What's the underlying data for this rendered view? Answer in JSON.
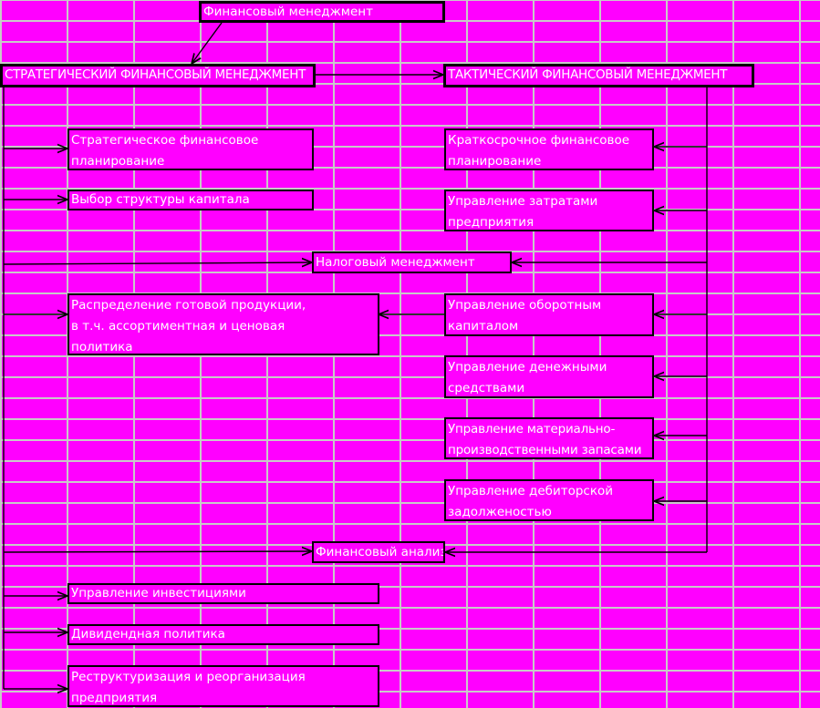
{
  "diagram": {
    "root": "Финансовый менеджмент",
    "strategic_head": "СТРАТЕГИЧЕСКИЙ ФИНАНСОВЫЙ МЕНЕДЖМЕНТ",
    "tactical_head": "ТАКТИЧЕСКИЙ ФИНАНСОВЫЙ МЕНЕДЖМЕНТ",
    "strategic_planning": "Стратегическое финансовое\nпланирование",
    "capital_structure": "Выбор структуры капитала",
    "short_term_planning": "Краткосрочное финансовое\nпланирование",
    "cost_management": "Управление затратами\nпредприятия",
    "tax_management": "Налоговый менеджмент",
    "product_distribution": "Распределение готовой продукции,\nв т.ч. ассортиментная и ценовая\nполитика",
    "working_capital": "Управление оборотным\nкапиталом",
    "cash_management": "Управление денежными\nсредствами",
    "inventory_management": "Управление материально-\nпроизводственными запасами",
    "receivables_management": "Управление дебиторской\nзадолженостью",
    "financial_analysis": "Финансовый анализ",
    "investment_management": "Управление инвестициями",
    "dividend_policy": "Дивидендная политика",
    "restructuring": "Реструктуризация и реорганизация\nпредприятия"
  },
  "colors": {
    "background": "#ff00ff",
    "grid": "#c9c9c9",
    "border": "#000000",
    "text": "#ffffff"
  }
}
